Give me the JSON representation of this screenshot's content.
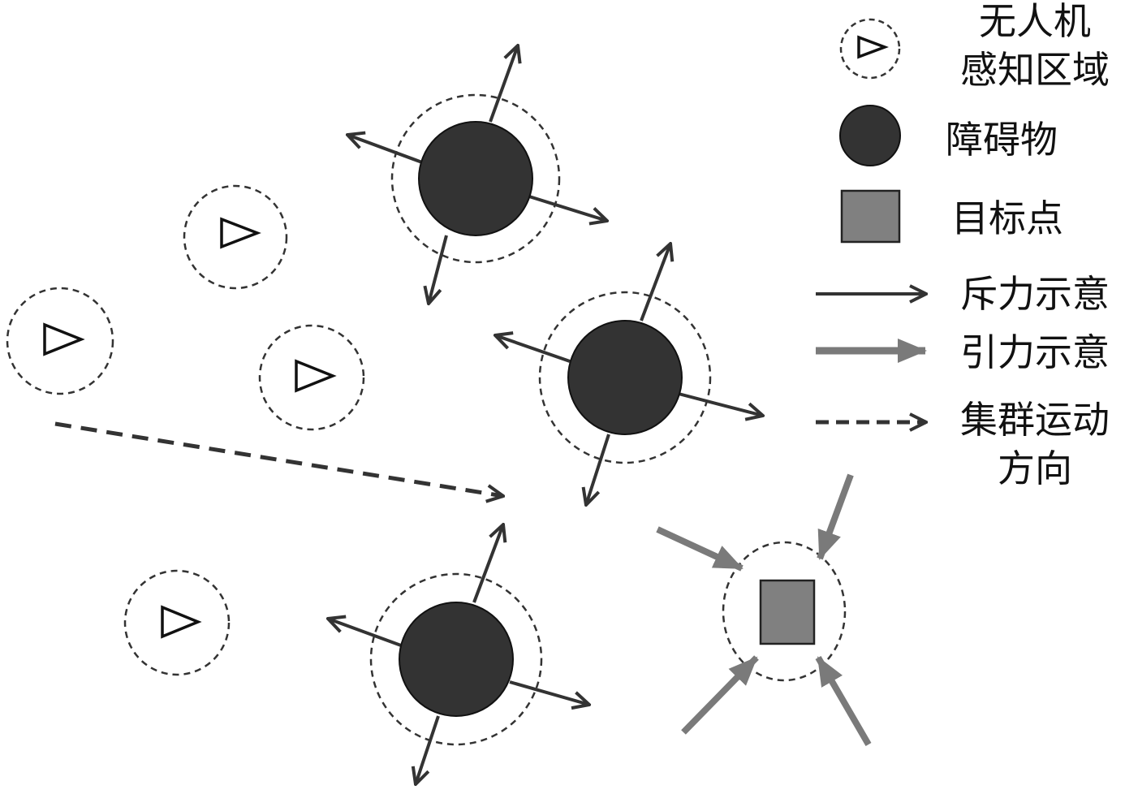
{
  "legend": {
    "uav_label_line1": "无人机",
    "uav_label_line2": "感知区域",
    "obstacle_label": "障碍物",
    "target_label": "目标点",
    "repulsion_label": "斥力示意",
    "attraction_label": "引力示意",
    "swarm_label_line1": "集群运动",
    "swarm_label_line2": "方向"
  },
  "colors": {
    "obstacle": "#333333",
    "target": "#808080",
    "attraction_arrow": "#7a7a7a",
    "repulsion_arrow": "#333333"
  }
}
